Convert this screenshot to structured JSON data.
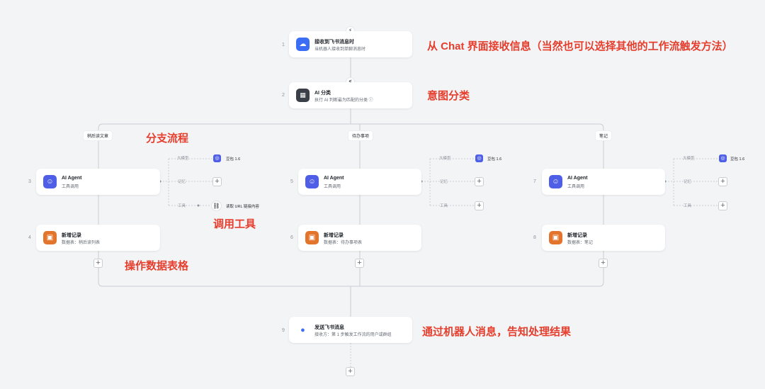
{
  "nodes": {
    "n1": {
      "num": "1",
      "title": "接收到飞书消息时",
      "desc": "当机器人接收到单聊消息时"
    },
    "n2": {
      "num": "2",
      "title": "AI 分类",
      "desc": "执行 AI 判断最为匹配的分类 ⓘ"
    },
    "n3": {
      "num": "3",
      "title": "AI Agent",
      "desc": "工具调用"
    },
    "n4": {
      "num": "4",
      "title": "新增记录",
      "desc": "数据表：稍后读列表"
    },
    "n5": {
      "num": "5",
      "title": "AI Agent",
      "desc": "工具调用"
    },
    "n6": {
      "num": "6",
      "title": "新增记录",
      "desc": "数据表：待办事项表"
    },
    "n7": {
      "num": "7",
      "title": "AI Agent",
      "desc": "工具调用"
    },
    "n8": {
      "num": "8",
      "title": "新增记录",
      "desc": "数据表：笔记"
    },
    "n9": {
      "num": "9",
      "title": "发送飞书消息",
      "desc": "接收方：第 1 步触发工作流的用户或群组"
    }
  },
  "branches": [
    "稍后读文章",
    "待办事项",
    "笔记"
  ],
  "slots": {
    "model": "大模型",
    "memory": "记忆",
    "tool": "工具"
  },
  "model_name": "豆包 1.6",
  "tool_name": "读取 URL 链接内容",
  "annotations": {
    "trigger": "从 Chat 界面接收信息（当然也可以选择其他的工作流触发方法）",
    "classify": "意图分类",
    "branch": "分支流程",
    "tool": "调用工具",
    "table": "操作数据表格",
    "notify": "通过机器人消息，告知处理结果"
  },
  "icons": {
    "trigger": "lightning-icon",
    "classify": "chevron-left-icon",
    "feishu": "feishu-bot-icon",
    "ai_class": "grid-icon",
    "agent": "agent-icon",
    "record": "table-record-icon",
    "model": "doubao-icon",
    "link": "link-icon",
    "message": "message-icon",
    "add": "plus-icon"
  },
  "colors": {
    "annotation": "#e53e2d",
    "trigger_icon": "#3b6ef5",
    "ai_class_icon": "#3b3f48",
    "agent_icon": "#4e5ee6",
    "record_icon": "#e2742b",
    "canvas": "#f3f4f6"
  }
}
